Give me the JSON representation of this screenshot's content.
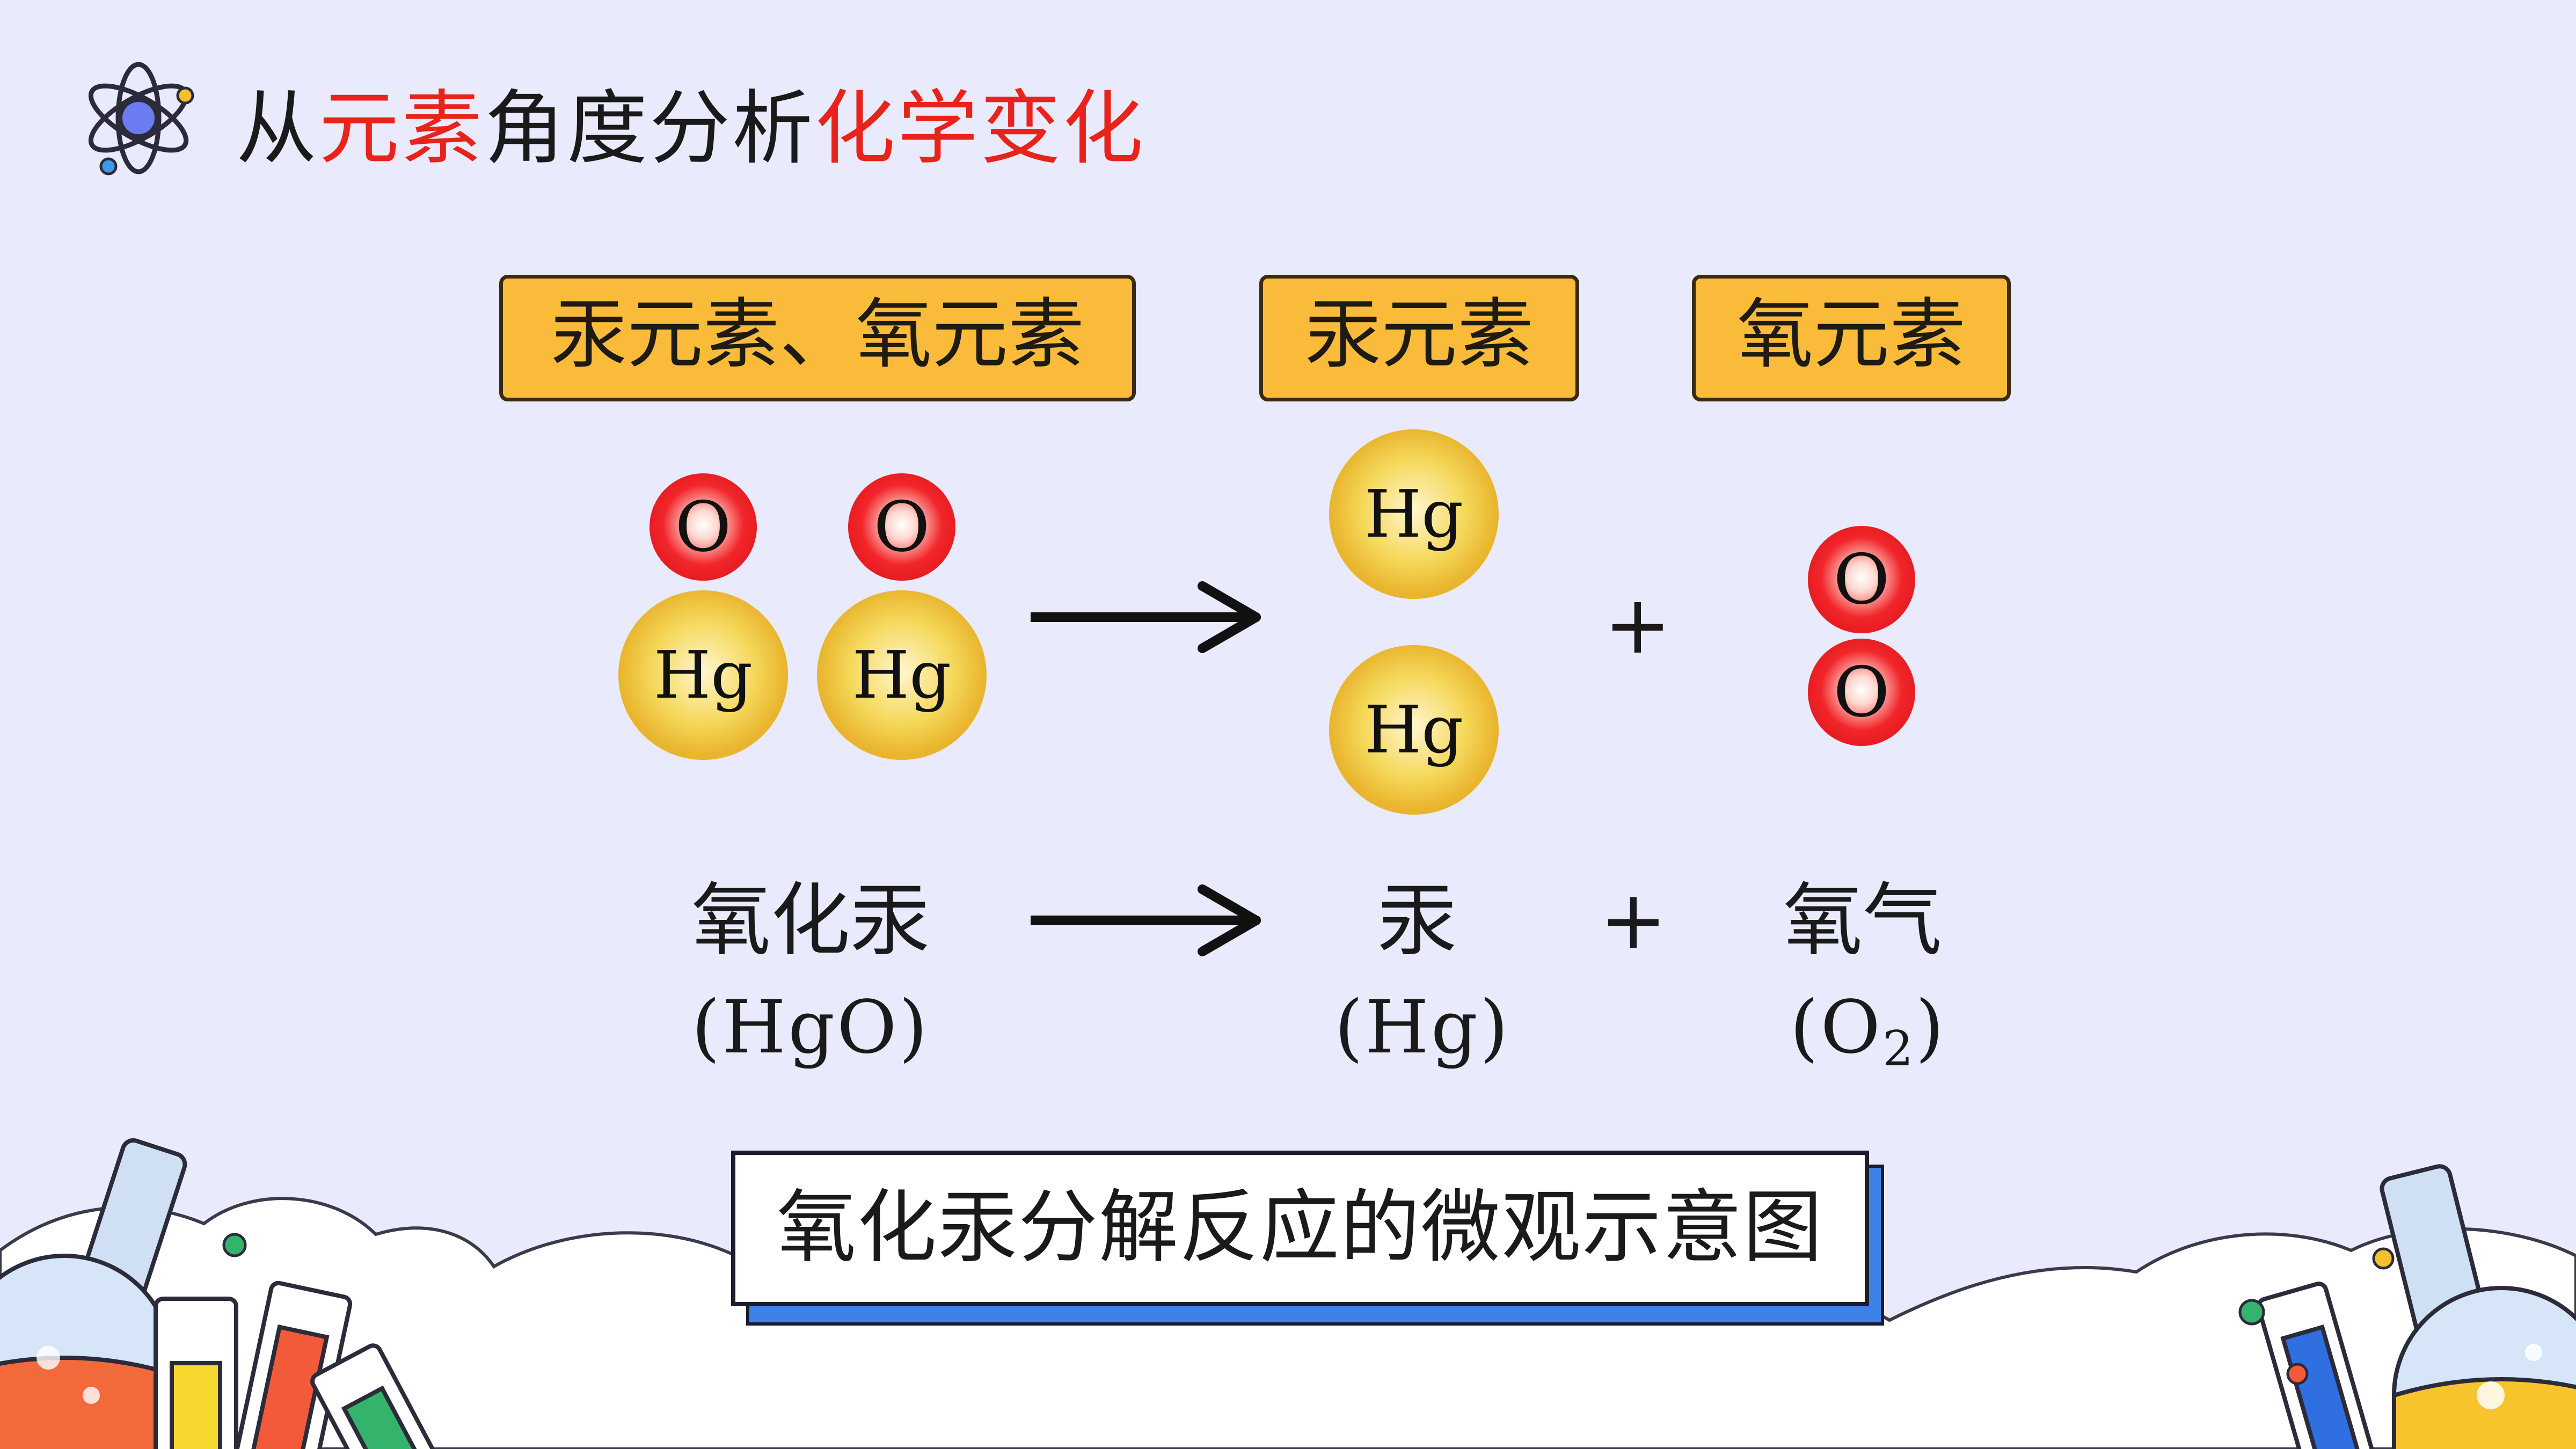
{
  "title": {
    "part1": "从",
    "part2": "元素",
    "part3": "角度分析",
    "part4": "化学变化"
  },
  "labels": {
    "reactant": "汞元素、氧元素",
    "product1": "汞元素",
    "product2": "氧元素"
  },
  "atoms": {
    "o": "O",
    "hg": "Hg"
  },
  "plus": "+",
  "names": {
    "reactant": "氧化汞",
    "product1": "汞",
    "product2": "氧气"
  },
  "formulas": {
    "reactant": "(HgO)",
    "product1": "(Hg)",
    "product2_pre": "(O",
    "product2_sub": "2",
    "product2_post": ")"
  },
  "caption": "氧化汞分解反应的微观示意图",
  "colors": {
    "background": "#e9eafb",
    "accent_red": "#e8231b",
    "label_fill": "#fbbb3a",
    "hg_atom": "#f0c53e",
    "o_atom": "#e8141c",
    "caption_shadow": "#3d82e6"
  },
  "icons": [
    "atom-icon",
    "reaction-arrow-icon",
    "flask-icon",
    "test-tube-icon"
  ]
}
